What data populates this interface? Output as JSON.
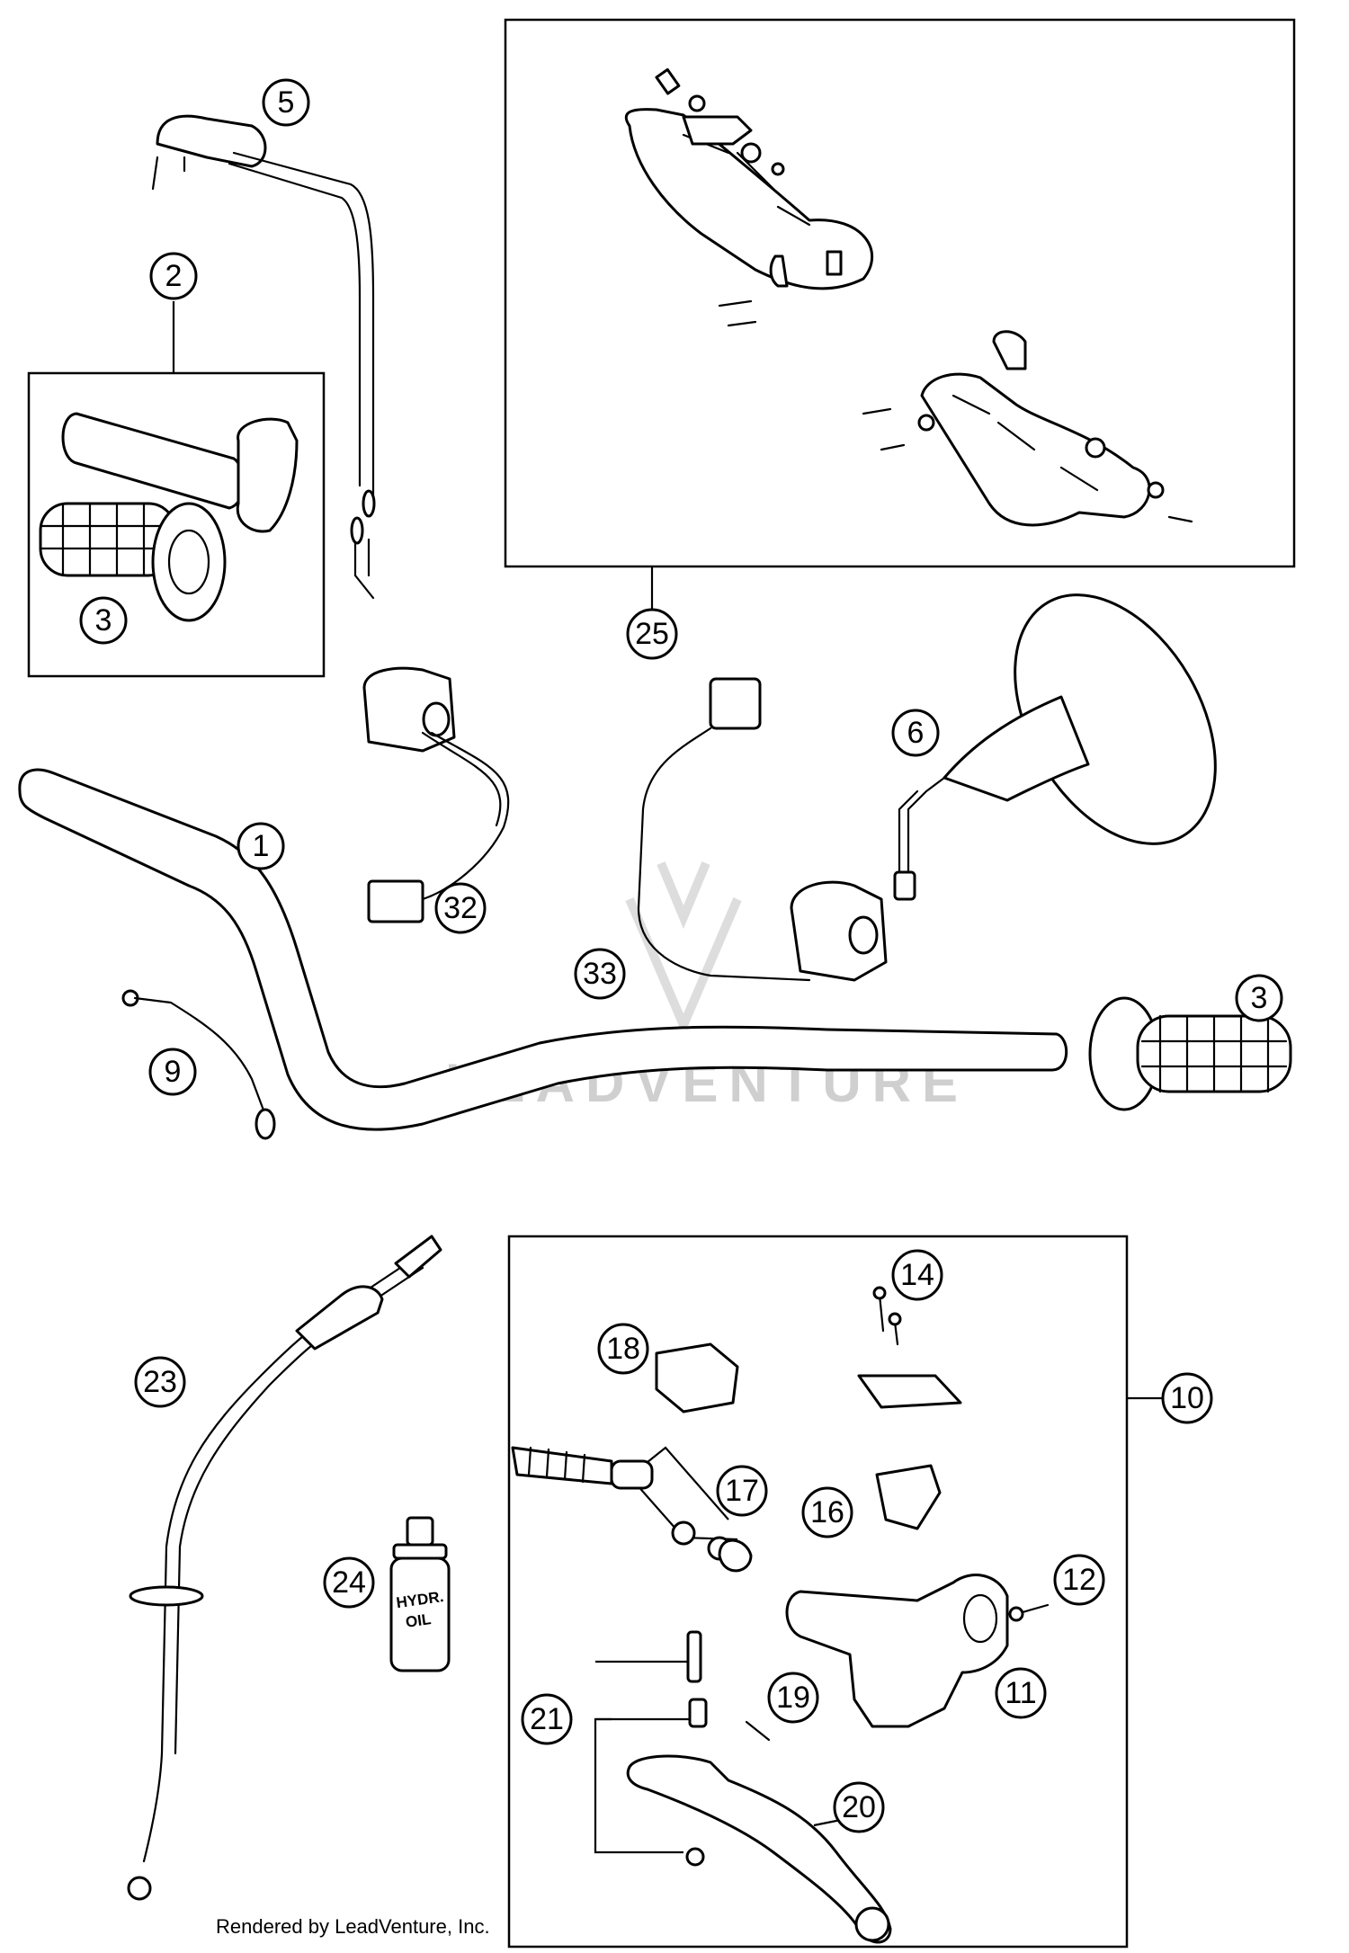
{
  "watermark": {
    "text": "LEADVENTURE"
  },
  "footer": {
    "credit": "Rendered by LeadVenture, Inc."
  },
  "oil_bottle": {
    "label_line1": "HYDR.",
    "label_line2": "OIL"
  },
  "callouts": [
    {
      "id": "c1",
      "label": "1"
    },
    {
      "id": "c2",
      "label": "2"
    },
    {
      "id": "c3a",
      "label": "3"
    },
    {
      "id": "c3b",
      "label": "3"
    },
    {
      "id": "c5",
      "label": "5"
    },
    {
      "id": "c6",
      "label": "6"
    },
    {
      "id": "c9",
      "label": "9"
    },
    {
      "id": "c10",
      "label": "10"
    },
    {
      "id": "c11",
      "label": "11"
    },
    {
      "id": "c12",
      "label": "12"
    },
    {
      "id": "c14",
      "label": "14"
    },
    {
      "id": "c16",
      "label": "16"
    },
    {
      "id": "c17",
      "label": "17"
    },
    {
      "id": "c18",
      "label": "18"
    },
    {
      "id": "c19",
      "label": "19"
    },
    {
      "id": "c20",
      "label": "20"
    },
    {
      "id": "c21",
      "label": "21"
    },
    {
      "id": "c23",
      "label": "23"
    },
    {
      "id": "c24",
      "label": "24"
    },
    {
      "id": "c25",
      "label": "25"
    },
    {
      "id": "c32",
      "label": "32"
    },
    {
      "id": "c33",
      "label": "33"
    }
  ]
}
